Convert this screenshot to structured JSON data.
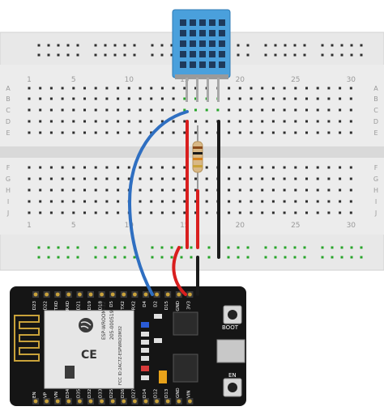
{
  "breadboard": {
    "column_numbers": [
      "1",
      "5",
      "10",
      "15",
      "20",
      "25",
      "30"
    ],
    "row_letters_top": [
      "A",
      "B",
      "C",
      "D",
      "E"
    ],
    "row_letters_bottom": [
      "F",
      "G",
      "H",
      "I",
      "J"
    ]
  },
  "board": {
    "module_lines": [
      "ESP-WROOM-32",
      "205-000519",
      "FCC ID:2AC7Z-ESPWROOM32"
    ],
    "top_pins": [
      "D23",
      "D22",
      "TXD",
      "RXD",
      "D21",
      "D19",
      "D18",
      "D5",
      "TX2",
      "RX2",
      "D4",
      "D2",
      "D15",
      "GND",
      "3V3"
    ],
    "bottom_pins": [
      "EN",
      "VP",
      "VN",
      "D34",
      "D35",
      "D32",
      "D33",
      "D25",
      "D26",
      "D27",
      "D14",
      "D12",
      "D13",
      "GND",
      "VIN"
    ],
    "boot_label": "BOOT",
    "en_label": "EN"
  },
  "colors": {
    "wire_blue": "#2f6fc1",
    "wire_red": "#d91f1f",
    "wire_black": "#1a1a1a",
    "sensor_blue": "#4aa0dc",
    "board_black": "#151515"
  }
}
